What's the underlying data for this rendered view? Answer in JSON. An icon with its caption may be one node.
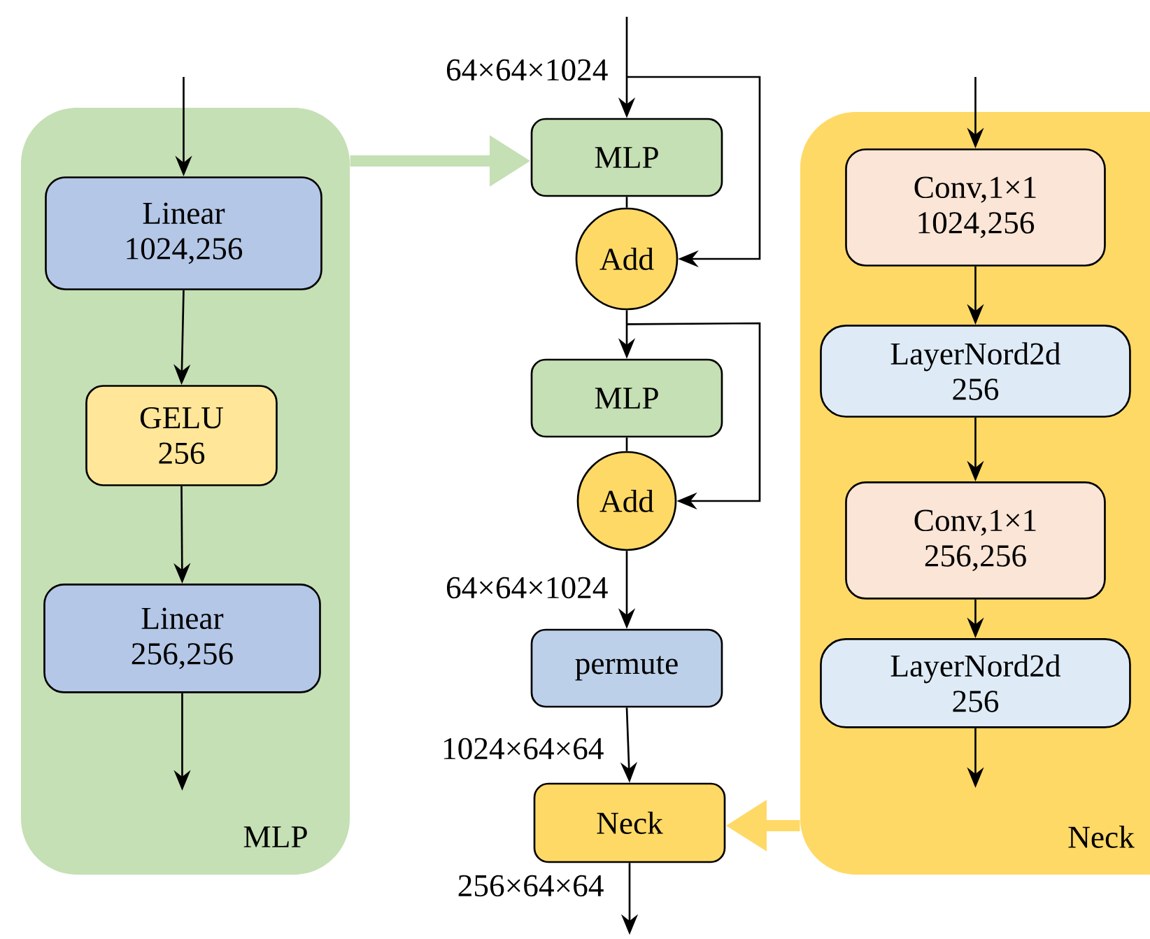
{
  "diagram": {
    "nodes": [
      {
        "text": [
          "MLP"
        ]
      },
      {
        "text": [
          "Linear 1024,256"
        ],
        "in": 0
      },
      {
        "text": [
          "GELU 256"
        ],
        "in": 0
      },
      {
        "text": [
          "Linear 256,256"
        ],
        "in": 0
      },
      {
        "text": [
          "MLP"
        ]
      },
      {
        "text": [
          "Add"
        ]
      },
      {
        "text": [
          "MLP"
        ]
      },
      {
        "text": [
          "Add"
        ]
      },
      {
        "text": [
          "permute"
        ]
      },
      {
        "text": [
          "Neck"
        ]
      },
      {
        "text": [
          "Neck"
        ]
      },
      {
        "text": [
          "Conv,1×1 1024,256"
        ],
        "in": 10
      },
      {
        "text": [
          "LayerNord2d 256"
        ],
        "in": 10
      },
      {
        "text": [
          "Conv,1×1 256,256"
        ],
        "in": 10
      },
      {
        "text": [
          "LayerNord2d 256"
        ],
        "in": 10
      }
    ],
    "edges": [
      {
        "from": null,
        "to": 1,
        "arrow": "to"
      },
      {
        "from": 1,
        "to": 2,
        "arrow": "to"
      },
      {
        "from": 2,
        "to": 3,
        "arrow": "to"
      },
      {
        "from": 3,
        "to": null,
        "arrow": "to"
      },
      {
        "from": 0,
        "to": 4,
        "arrow": "to",
        "style": "thick",
        "color": "#c5e0b4"
      },
      {
        "from": null,
        "to": 4,
        "arrow": "to"
      },
      {
        "from": 4,
        "to": 5,
        "arrow": "none"
      },
      {
        "from": null,
        "to": 5,
        "arrow": "to"
      },
      {
        "from": 5,
        "to": 6,
        "arrow": "to"
      },
      {
        "from": 5,
        "to": 7,
        "arrow": "to"
      },
      {
        "from": 6,
        "to": 7,
        "arrow": "none"
      },
      {
        "from": 7,
        "to": 8,
        "arrow": "to"
      },
      {
        "from": 8,
        "to": 9,
        "arrow": "to"
      },
      {
        "from": 9,
        "to": null,
        "arrow": "to"
      },
      {
        "from": null,
        "to": 11,
        "arrow": "to"
      },
      {
        "from": 11,
        "to": 12,
        "arrow": "to"
      },
      {
        "from": 12,
        "to": 13,
        "arrow": "to"
      },
      {
        "from": 13,
        "to": 14,
        "arrow": "to"
      },
      {
        "from": 14,
        "to": null,
        "arrow": "to"
      },
      {
        "from": 10,
        "to": 9,
        "arrow": "to",
        "style": "thick",
        "color": "#ffd966"
      }
    ],
    "labels": [
      "64×64×1024",
      "64×64×1024",
      "1024×64×64",
      "256×64×64"
    ]
  }
}
